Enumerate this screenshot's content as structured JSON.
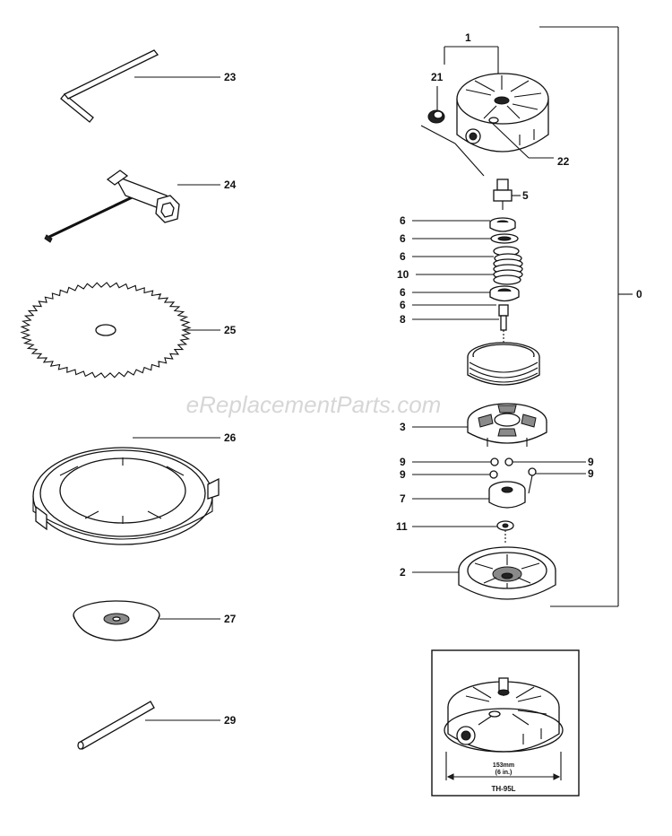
{
  "watermark": "eReplacementParts.com",
  "callouts": {
    "c1": "1",
    "c21": "21",
    "c22": "22",
    "c5": "5",
    "c6a": "6",
    "c6b": "6",
    "c6c": "6",
    "c10": "10",
    "c6d": "6",
    "c6e": "6",
    "c8": "8",
    "c0": "0",
    "c3": "3",
    "c9a": "9",
    "c9b": "9",
    "c9c": "9",
    "c9d": "9",
    "c7": "7",
    "c11": "11",
    "c2": "2",
    "c23": "23",
    "c24": "24",
    "c25": "25",
    "c26": "26",
    "c27": "27",
    "c29": "29"
  },
  "inset": {
    "dimension_mm": "153mm",
    "dimension_in": "(6 in.)",
    "model": "TH-95L"
  }
}
